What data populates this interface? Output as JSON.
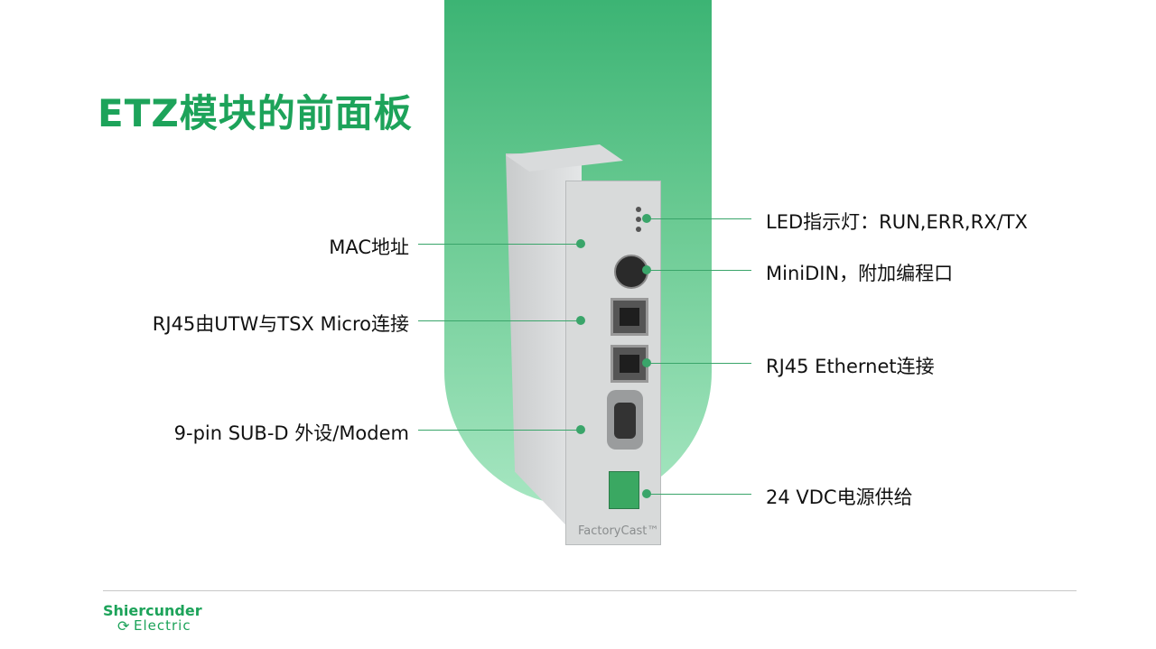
{
  "slide": {
    "title": "ETZ模块的前面板"
  },
  "callouts": {
    "left": [
      {
        "label": "MAC地址"
      },
      {
        "label": "RJ45由UTW与TSX Micro连接"
      },
      {
        "label": "9-pin SUB-D 外设/Modem"
      }
    ],
    "right": [
      {
        "label": "LED指示灯：RUN,ERR,RX/TX"
      },
      {
        "label": "MiniDIN，附加编程口"
      },
      {
        "label": "RJ45 Ethernet连接"
      },
      {
        "label": "24 VDC电源供给"
      }
    ]
  },
  "device": {
    "brand_text": "FactoryCast™"
  },
  "footer": {
    "logo_line1": "Shiercunder",
    "logo_line2": "Electric"
  },
  "colors": {
    "accent": "#1da35a",
    "band": "#3cb474"
  }
}
